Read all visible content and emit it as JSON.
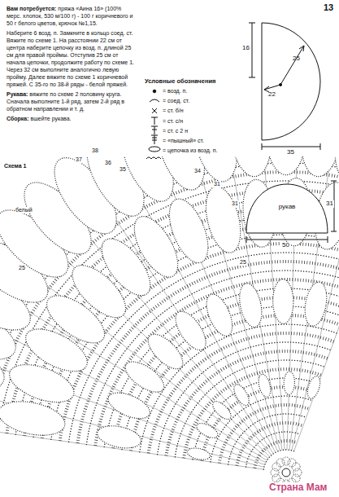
{
  "diagram": {
    "nodes": [
      {
        "text": [
          "рукав"
        ]
      }
    ],
    "labels": [
      "13",
      "Вам потребуется:",
      "пряжа «Аина 16» (100% мерс. хлопок, 530 м/100 г) - 100 г коричневого и 50 г белого цветов, крючок №1,15.",
      "Наберите 6 возд. п. Замкните в кольцо соед. ст. Вяжите по схеме 1. На расстоянии 22 см от центра наберите цепочку из возд. п. длиной 25 см для правой проймы. Отступив 25 см от начала цепочки, продолжите работу по схеме 1. Через 32 см выполните аналогично левую пройму. Далее вяжите по схеме 1 коричневой пряжей. С 35-го по 38-й ряды - белой пряжей.",
      "Рукава:",
      "вяжите по схеме 2 половину круга. Сначала выполните 1-й ряд, затем 2-й ряд в обратном направлении и т. д.",
      "Сборка:",
      "вшейте рукава.",
      "Условные обозначения",
      "16",
      "25",
      "22",
      "35",
      "31",
      "50",
      "Схема 1",
      "38",
      "37",
      "36",
      "35",
      "34",
      "31",
      "25",
      "31",
      "25",
      "белый",
      "Страна Мам"
    ],
    "legend": [
      {
        "text": "= возд. п."
      },
      {
        "text": "= соед. ст."
      },
      {
        "text": "= ст. б/н"
      },
      {
        "text": "= ст. с/н"
      },
      {
        "text": "= ст. с 2 н"
      },
      {
        "text": "= «пышный» ст."
      },
      {
        "text": "= цепочка из возд. п."
      }
    ]
  }
}
